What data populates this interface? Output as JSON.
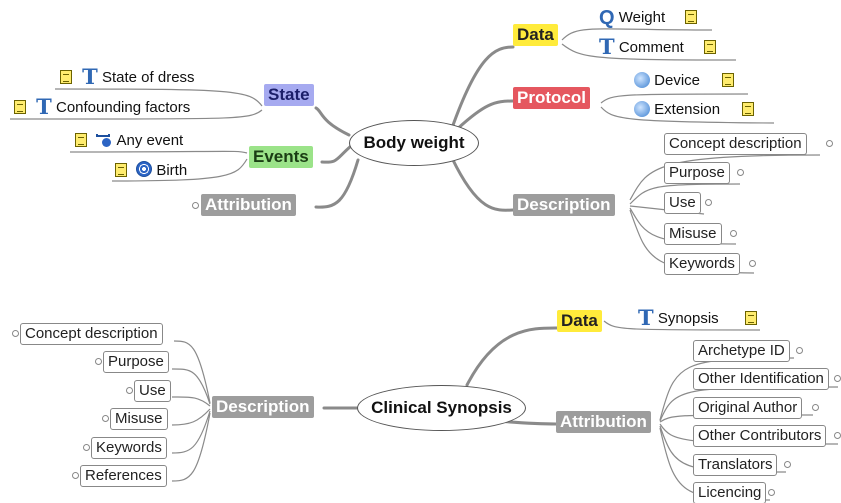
{
  "maps": [
    {
      "central": "Body weight",
      "data": {
        "label": "Data",
        "items": [
          {
            "icon": "quantity-icon",
            "label": "Weight"
          },
          {
            "icon": "text-icon",
            "label": "Comment"
          }
        ]
      },
      "protocol": {
        "label": "Protocol",
        "items": [
          {
            "icon": "cluster-icon",
            "label": "Device"
          },
          {
            "icon": "cluster-icon",
            "label": "Extension"
          }
        ]
      },
      "description": {
        "label": "Description",
        "items": [
          "Concept description",
          "Purpose",
          "Use",
          "Misuse",
          "Keywords"
        ]
      },
      "state": {
        "label": "State",
        "items": [
          {
            "icon": "text-icon",
            "label": "State of dress"
          },
          {
            "icon": "text-icon",
            "label": "Confounding factors"
          }
        ]
      },
      "events": {
        "label": "Events",
        "items": [
          {
            "icon": "interval-event-icon",
            "label": "Any event"
          },
          {
            "icon": "point-event-icon",
            "label": "Birth"
          }
        ]
      },
      "attribution": {
        "label": "Attribution"
      }
    },
    {
      "central": "Clinical Synopsis",
      "data": {
        "label": "Data",
        "items": [
          {
            "icon": "text-icon",
            "label": "Synopsis"
          }
        ]
      },
      "attribution": {
        "label": "Attribution",
        "items": [
          "Archetype ID",
          "Other Identification",
          "Original Author",
          "Other Contributors",
          "Translators",
          "Licencing"
        ]
      },
      "description": {
        "label": "Description",
        "items": [
          "Concept description",
          "Purpose",
          "Use",
          "Misuse",
          "Keywords",
          "References"
        ]
      }
    }
  ],
  "colors": {
    "data": "#ffeb3b",
    "protocol": "#e5575f",
    "state": "#a6aaf0",
    "events": "#9be389",
    "grey": "#9d9d9d",
    "line": "#8a8a8a"
  }
}
